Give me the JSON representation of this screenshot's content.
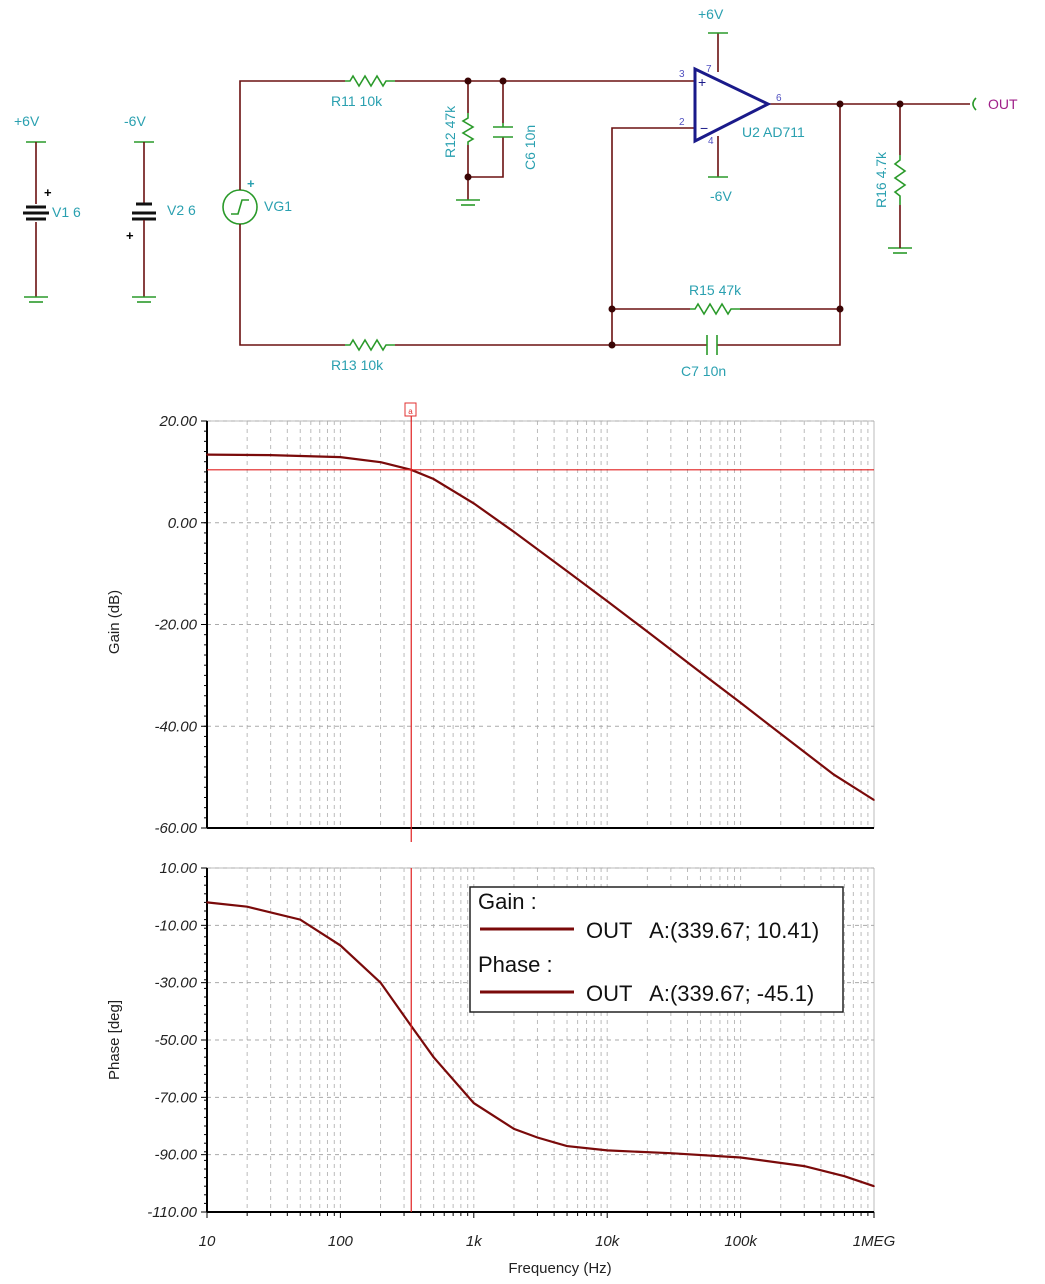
{
  "schematic": {
    "v1": {
      "rail": "+6V",
      "label": "V1 6"
    },
    "v2": {
      "rail": "-6V",
      "label": "V2 6"
    },
    "vg1": "VG1",
    "r11": "R11 10k",
    "r12": "R12 47k",
    "c6": "C6 10n",
    "r13": "R13 10k",
    "r15": "R15 47k",
    "c7": "C7 10n",
    "r16": "R16 4.7k",
    "u2": "U2 AD711",
    "opamp_vpos": "+6V",
    "opamp_vneg": "-6V",
    "pins": {
      "p3": "3",
      "p2": "2",
      "p7": "7",
      "p4": "4",
      "p6": "6"
    },
    "out": "OUT",
    "plus": "+",
    "cursor_label": "a"
  },
  "chart_data": [
    {
      "type": "line",
      "title": "",
      "xlabel": "Frequency (Hz)",
      "ylabel": "Gain (dB)",
      "xscale": "log",
      "xlim": [
        10,
        1000000
      ],
      "ylim": [
        -60,
        20
      ],
      "yticks": [
        "20.00",
        "0.00",
        "-20.00",
        "-40.00",
        "-60.00"
      ],
      "ytick_values": [
        20,
        0,
        -20,
        -40,
        -60
      ],
      "grid": true,
      "cursor": {
        "x": 339.67,
        "y": 10.41
      },
      "series": [
        {
          "name": "OUT",
          "color": "#7a0a0a",
          "x": [
            10,
            30,
            100,
            200,
            339.67,
            500,
            1000,
            2000,
            5000,
            10000,
            20000,
            50000,
            100000,
            200000,
            500000,
            1000000
          ],
          "y": [
            13.4,
            13.3,
            12.9,
            11.9,
            10.41,
            8.6,
            3.8,
            -1.8,
            -9.5,
            -15.4,
            -21.4,
            -29.4,
            -35.4,
            -41.5,
            -49.5,
            -54.5
          ]
        }
      ]
    },
    {
      "type": "line",
      "title": "",
      "xlabel": "Frequency (Hz)",
      "ylabel": "Phase [deg]",
      "xscale": "log",
      "xlim": [
        10,
        1000000
      ],
      "ylim": [
        -110,
        10
      ],
      "xticks": [
        "10",
        "100",
        "1k",
        "10k",
        "100k",
        "1MEG"
      ],
      "xtick_values": [
        10,
        100,
        1000,
        10000,
        100000,
        1000000
      ],
      "yticks": [
        "10.00",
        "-10.00",
        "-30.00",
        "-50.00",
        "-70.00",
        "-90.00",
        "-110.00"
      ],
      "ytick_values": [
        10,
        -10,
        -30,
        -50,
        -70,
        -90,
        -110
      ],
      "grid": true,
      "cursor": {
        "x": 339.67,
        "y": -45.1
      },
      "series": [
        {
          "name": "OUT",
          "color": "#7a0a0a",
          "x": [
            10,
            20,
            50,
            100,
            200,
            339.67,
            500,
            1000,
            2000,
            3000,
            5000,
            10000,
            30000,
            100000,
            300000,
            600000,
            1000000
          ],
          "y": [
            -2,
            -3.5,
            -8,
            -17,
            -30,
            -45.1,
            -56,
            -72,
            -81,
            -84,
            -87,
            -88.5,
            -89.5,
            -91,
            -94,
            -97.5,
            -101
          ]
        }
      ],
      "legend": {
        "placement": "top-right",
        "gain_title": "Gain :",
        "gain_entry": "OUT   A:(339.67; 10.41)",
        "phase_title": "Phase :",
        "phase_entry": "OUT   A:(339.67; -45.1)"
      }
    }
  ]
}
